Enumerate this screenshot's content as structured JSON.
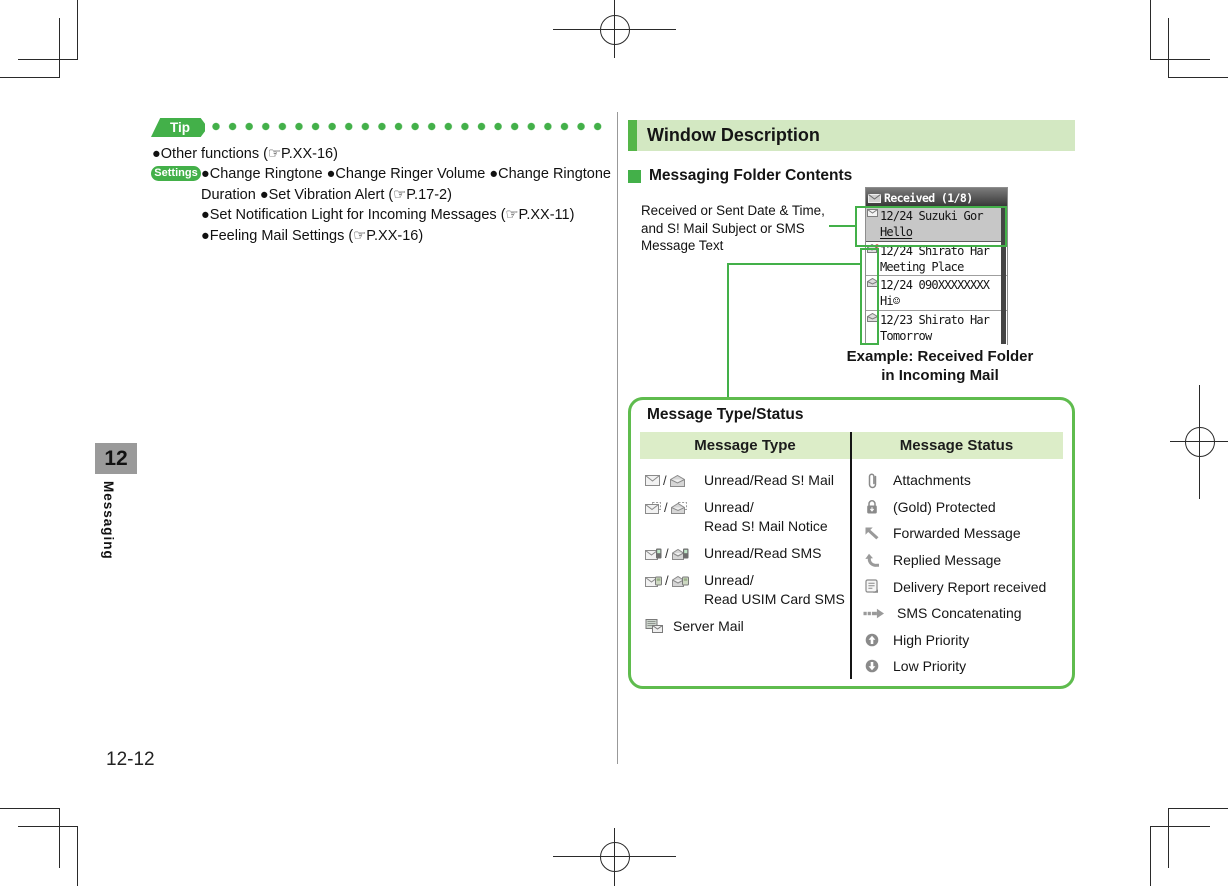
{
  "colors": {
    "accent_green": "#43b049",
    "header_bar_green": "#55b648",
    "header_bg_green": "#d3e8c2",
    "table_header_green": "#dcedc8",
    "box_border_green": "#5fbc4e",
    "chapter_tab_gray": "#9a9a9a",
    "phone_titlebar_gray": "#4a4a4a",
    "selected_row_gray": "#c7c7c7"
  },
  "page": {
    "chapter_number": "12",
    "chapter_title": "Messaging",
    "page_number": "12-12"
  },
  "left_column": {
    "tip_badge": "Tip",
    "other_functions": "●Other functions (☞P.XX-16)",
    "settings_badge": "Settings",
    "settings_lines": [
      "●Change Ringtone ●Change Ringer Volume ●Change Ringtone",
      "Duration ●Set Vibration Alert (☞P.17-2)",
      "●Set Notification Light for Incoming Messages (☞P.XX-11)",
      "●Feeling Mail Settings (☞P.XX-16)"
    ]
  },
  "right_column": {
    "header": "Window Description",
    "subsection": "Messaging Folder Contents",
    "callout_lines": [
      "Received or Sent Date & Time,",
      "and S! Mail Subject or SMS",
      "Message Text"
    ],
    "phone": {
      "title": "Received (1/8)",
      "rows": [
        {
          "line1": "12/24 Suzuki Gor",
          "line2": "Hello"
        },
        {
          "line1": "12/24 Shirato Har",
          "line2": "Meeting Place"
        },
        {
          "line1": "12/24 090XXXXXXXX",
          "line2": "Hi☺"
        },
        {
          "line1": "12/23 Shirato Har",
          "line2": "Tomorrow"
        }
      ]
    },
    "example_caption": [
      "Example: Received Folder",
      "in Incoming Mail"
    ],
    "box": {
      "title": "Message Type/Status",
      "columns": [
        "Message Type",
        "Message Status"
      ],
      "icon_separator": "/",
      "message_types": [
        {
          "icon": "unread-read-s-mail",
          "lines": [
            "Unread/Read S! Mail"
          ]
        },
        {
          "icon": "unread-read-s-mail-notice",
          "lines": [
            "Unread/",
            "Read S! Mail Notice"
          ]
        },
        {
          "icon": "unread-read-sms",
          "lines": [
            "Unread/Read SMS"
          ]
        },
        {
          "icon": "unread-read-usim-card-sms",
          "lines": [
            "Unread/",
            "Read USIM Card SMS"
          ]
        },
        {
          "icon": "server-mail",
          "lines": [
            "Server Mail"
          ]
        }
      ],
      "message_statuses": [
        {
          "icon": "paperclip",
          "label": "Attachments"
        },
        {
          "icon": "lock",
          "label": "(Gold) Protected"
        },
        {
          "icon": "forward-arrow",
          "label": "Forwarded Message"
        },
        {
          "icon": "reply-arrow",
          "label": "Replied Message"
        },
        {
          "icon": "delivery-report",
          "label": "Delivery Report received"
        },
        {
          "icon": "concatenate-arrow",
          "label": "SMS Concatenating"
        },
        {
          "icon": "high-priority",
          "label": "High Priority"
        },
        {
          "icon": "low-priority",
          "label": "Low Priority"
        }
      ]
    }
  }
}
